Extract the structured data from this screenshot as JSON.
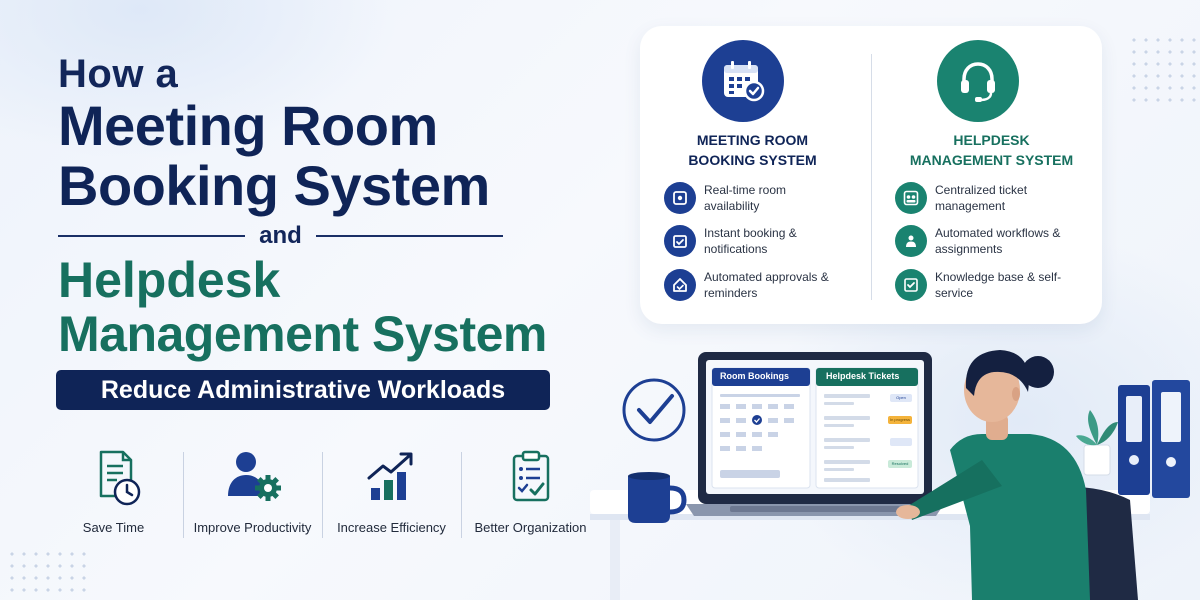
{
  "headline": {
    "line1": "How a",
    "line2": "Meeting Room",
    "line3": "Booking System",
    "connector": "and",
    "line4": "Helpdesk",
    "line5": "Management System"
  },
  "banner": "Reduce Administrative Workloads",
  "benefits": [
    {
      "label": "Save Time",
      "icon": "document-clock-icon"
    },
    {
      "label": "Improve Productivity",
      "icon": "user-gear-icon"
    },
    {
      "label": "Increase Efficiency",
      "icon": "growth-chart-icon"
    },
    {
      "label": "Better Organization",
      "icon": "clipboard-checklist-icon"
    }
  ],
  "meeting": {
    "title_line1": "MEETING ROOM",
    "title_line2": "BOOKING SYSTEM",
    "icon": "calendar-check-icon",
    "features": [
      "Real-time room availability",
      "Instant booking & notifications",
      "Automated approvals & reminders"
    ]
  },
  "helpdesk": {
    "title_line1": "HELPDESK",
    "title_line2": "MANAGEMENT SYSTEM",
    "icon": "headset-icon",
    "features": [
      "Centralized ticket management",
      "Automated workflows & assignments",
      "Knowledge base & self-service"
    ]
  },
  "laptop": {
    "panel_left": "Room Bookings",
    "panel_right": "Helpdesk Tickets",
    "ticket_tags": [
      "Open",
      "In progress",
      "Resolved"
    ]
  },
  "colors": {
    "navy": "#0f2457",
    "teal": "#17705f",
    "background": "#eef3fb"
  }
}
